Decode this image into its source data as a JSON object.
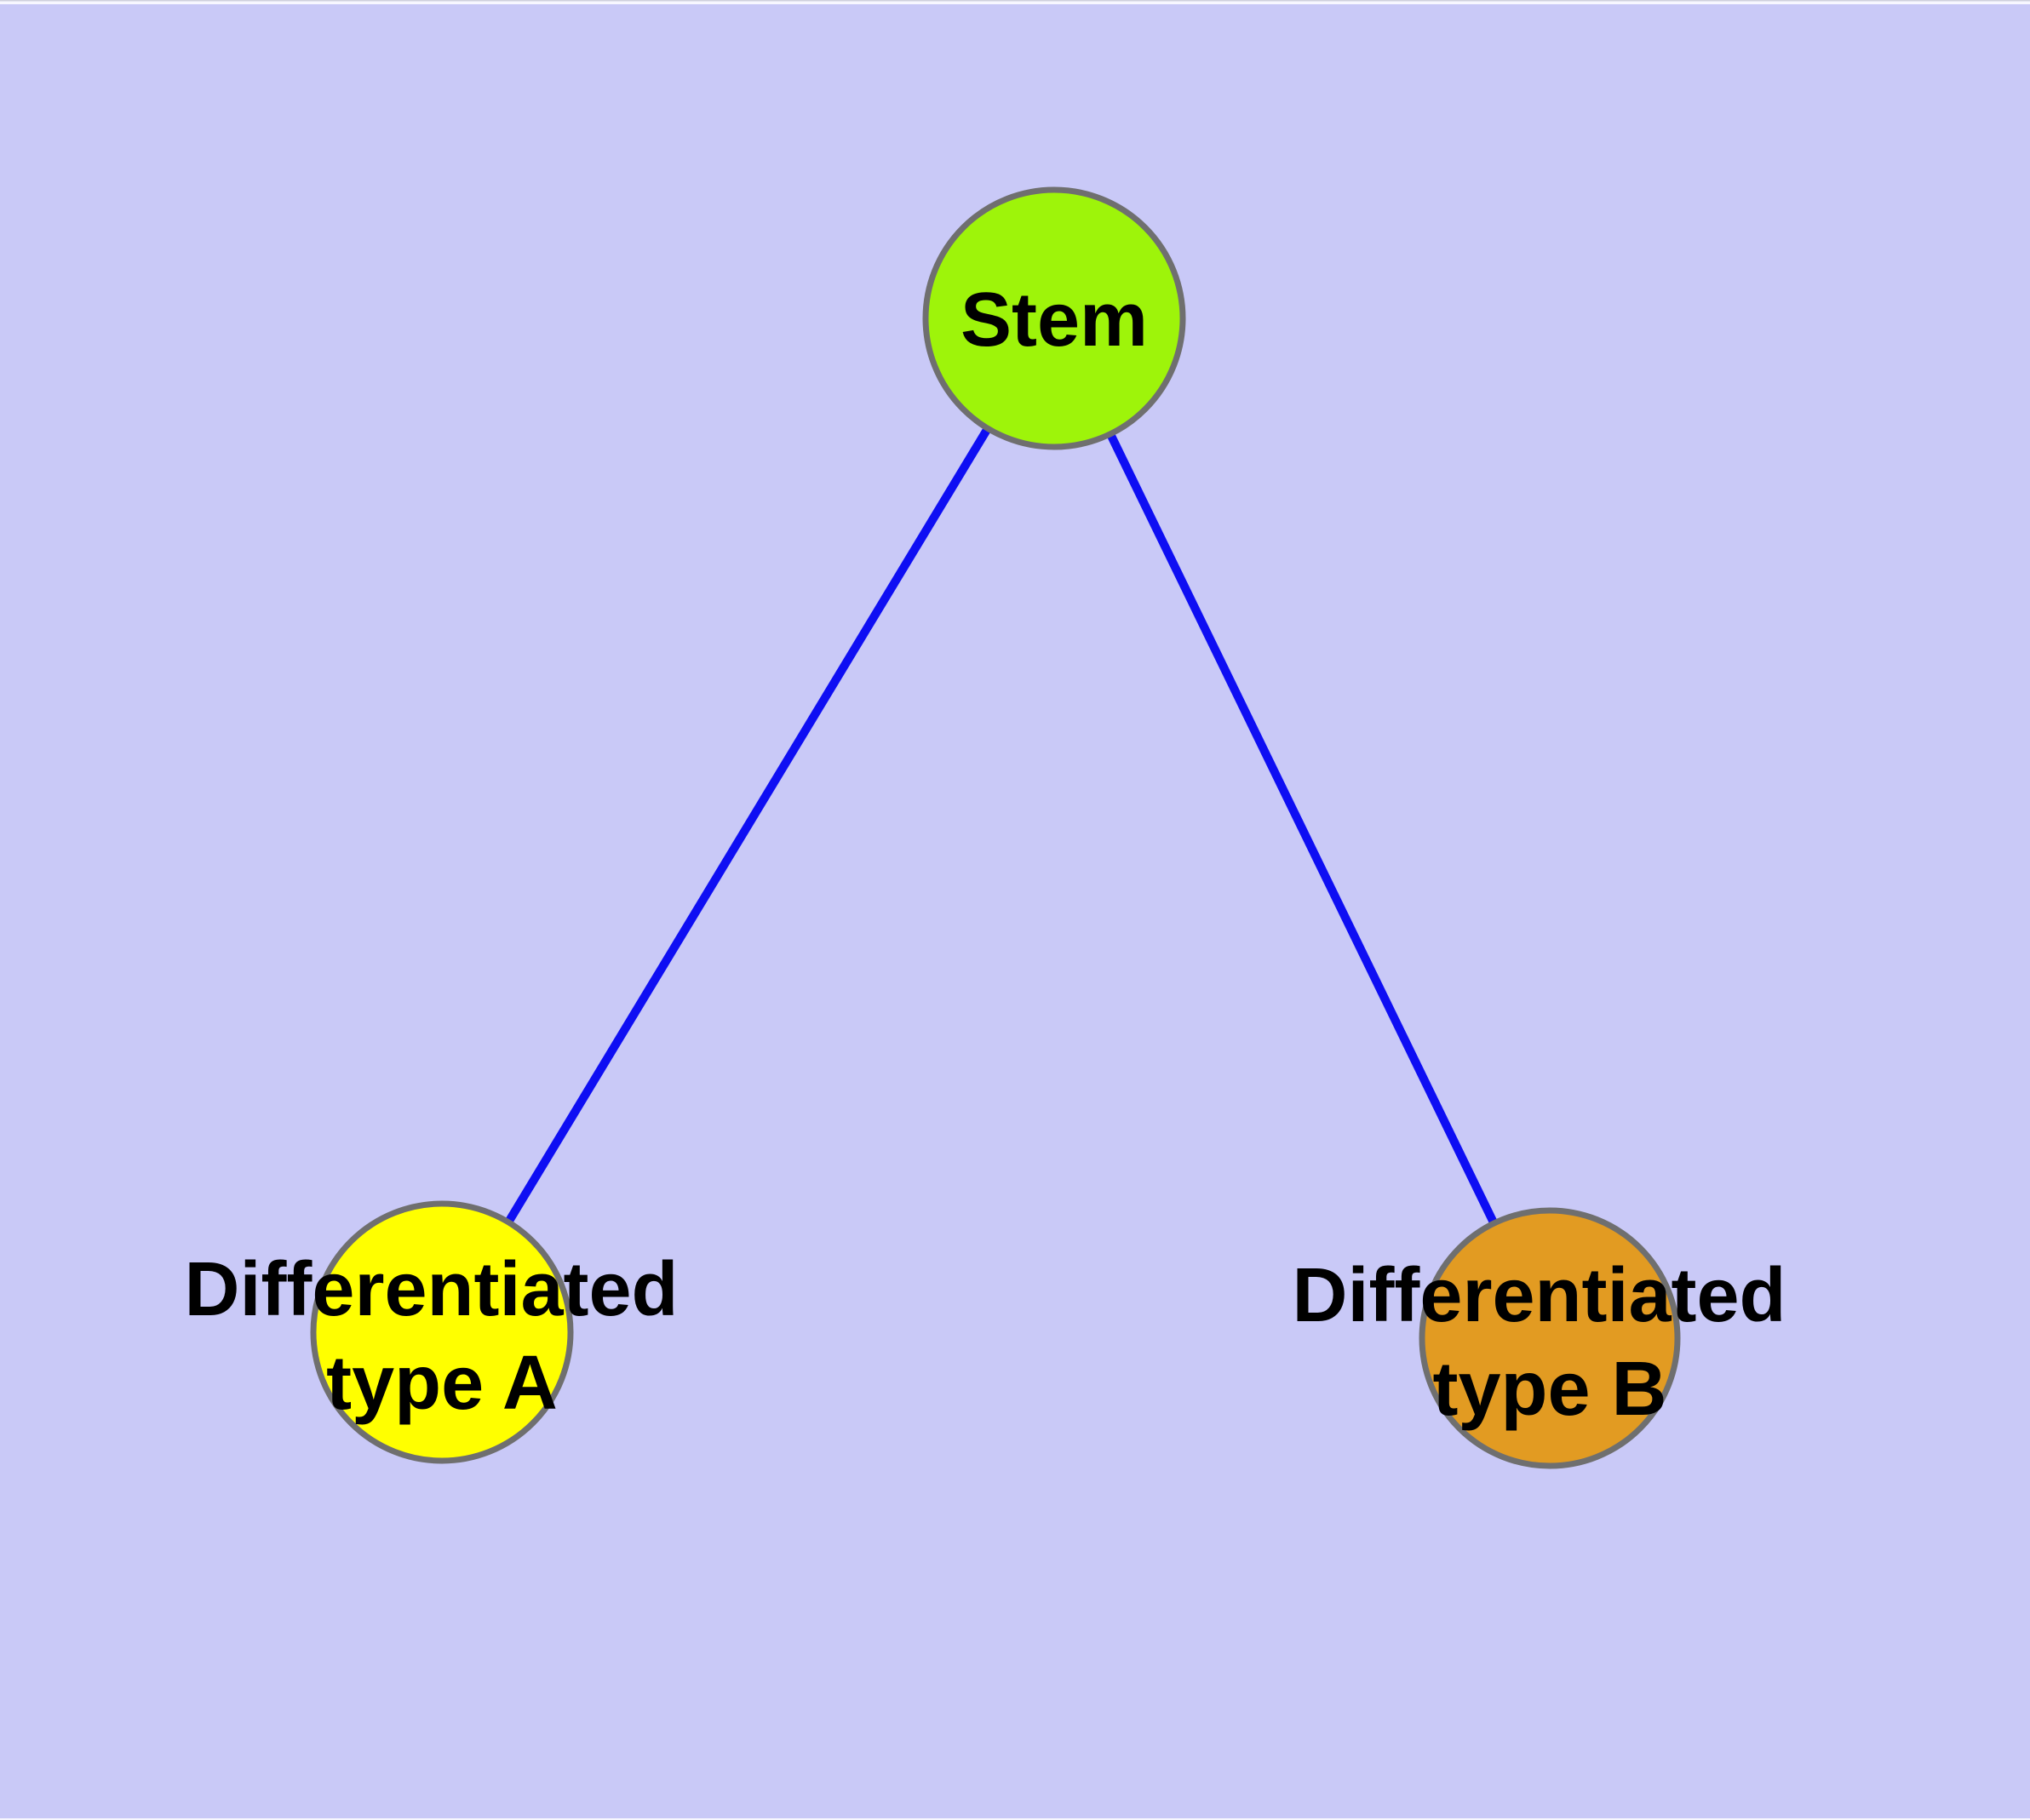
{
  "diagram": {
    "background_color": "#c9c9f7",
    "window_edge_color": "#f7f7ff",
    "window_hairline_color": "#cfd0dd",
    "edge_color": "#0e0ef3",
    "node_border_color": "#6f6f6f",
    "label_color": "#000000",
    "nodes": [
      {
        "id": "stem",
        "label": "Stem",
        "fill": "#9ef40a"
      },
      {
        "id": "differentiated-type-a",
        "label": "Differentiated type A",
        "label_line1": "Differentiated",
        "label_line2": "type A",
        "fill": "#ffff00"
      },
      {
        "id": "differentiated-type-b",
        "label": "Differentiated type B",
        "label_line1": "Differentiated",
        "label_line2": "type B",
        "fill": "#e29b22"
      }
    ],
    "edges": [
      {
        "from": "Stem",
        "to": "Differentiated type A"
      },
      {
        "from": "Stem",
        "to": "Differentiated type B"
      }
    ]
  }
}
